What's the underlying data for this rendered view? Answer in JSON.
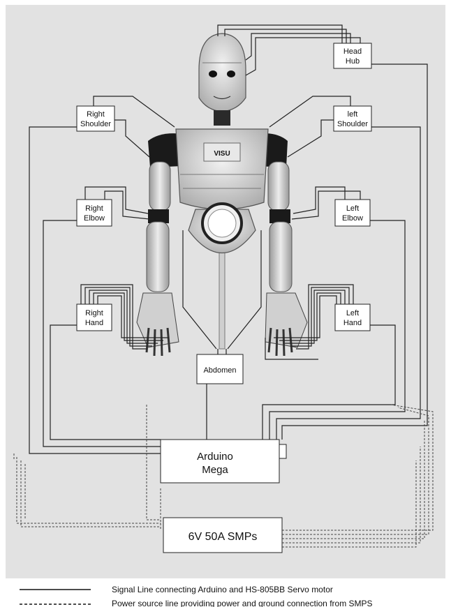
{
  "robot": {
    "chest_label": "VISU"
  },
  "boxes": {
    "head_hub": [
      "Head",
      "Hub"
    ],
    "right_shoulder": [
      "Right",
      "Shoulder"
    ],
    "left_shoulder": [
      "left",
      "Shoulder"
    ],
    "right_elbow": [
      "Right",
      "Elbow"
    ],
    "left_elbow": [
      "Left",
      "Elbow"
    ],
    "right_hand": [
      "Right",
      "Hand"
    ],
    "left_hand": [
      "Left",
      "Hand"
    ],
    "abdomen": "Abdomen",
    "arduino": [
      "Arduino",
      "Mega"
    ],
    "smps": "6V 50A SMPs"
  },
  "legend": {
    "signal": "Signal Line connecting Arduino and HS-805BB Servo motor",
    "power": "Power source line providing power and ground connection from SMPS"
  },
  "colors": {
    "background": "#e2e2e2",
    "box_fill": "#ffffff",
    "line": "#222222",
    "robot_body": "#cfcfcf",
    "robot_dark": "#1a1a1a"
  }
}
